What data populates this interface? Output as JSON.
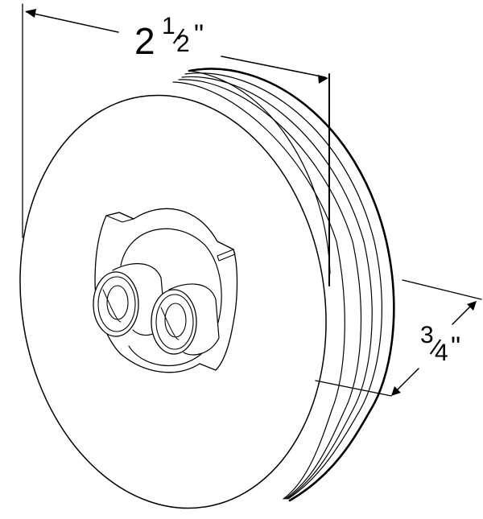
{
  "drawing": {
    "subject": "round lamp with two-pin plug connector",
    "line_color": "#000000",
    "background": "#ffffff"
  },
  "dimensions": {
    "diameter": {
      "whole": "2",
      "numerator": "1",
      "denominator": "2",
      "unit": "\"",
      "label": "2 1/2\""
    },
    "depth": {
      "numerator": "3",
      "denominator": "4",
      "unit": "\"",
      "label": "3/4\""
    }
  }
}
